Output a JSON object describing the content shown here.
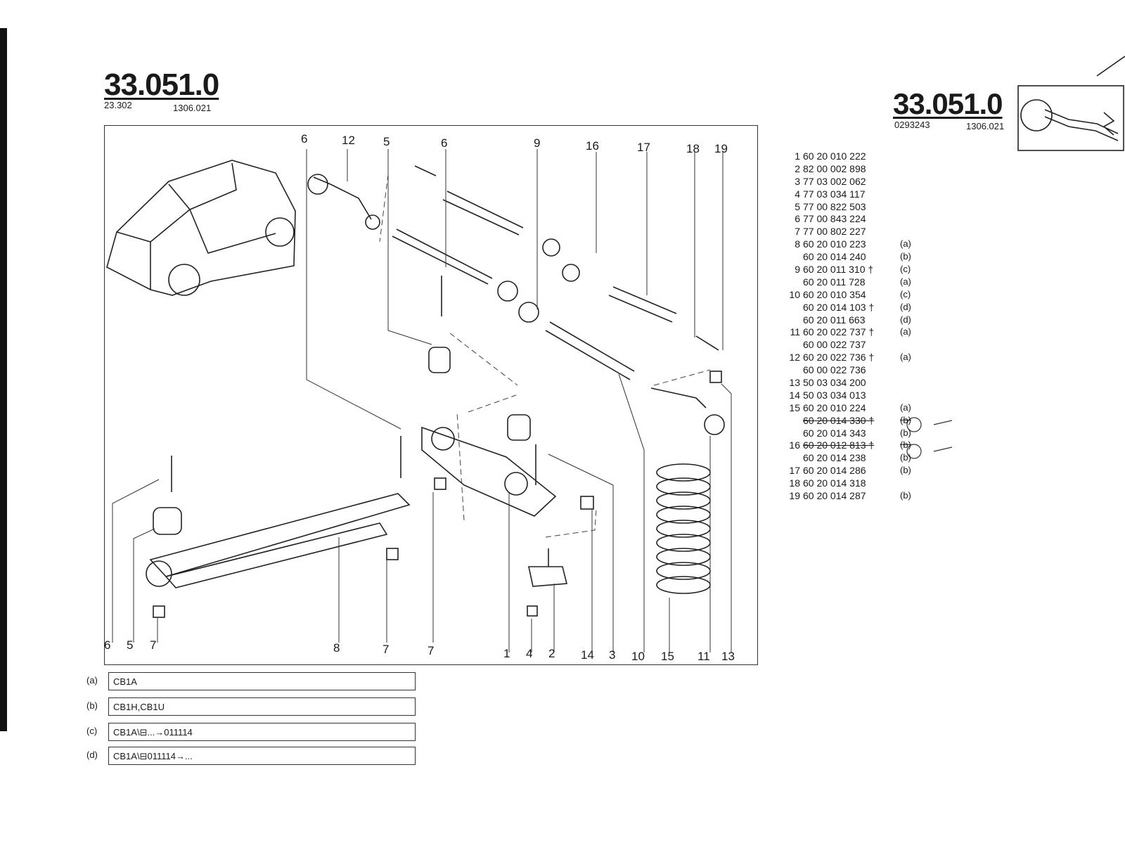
{
  "header_left": {
    "code": "33.051.0",
    "sub_left": "23.302",
    "sub_right": "1306.021"
  },
  "header_right": {
    "code": "33.051.0",
    "sub_left": "0293243",
    "sub_right": "1306.021"
  },
  "callouts_top": [
    "6",
    "12",
    "5",
    "6",
    "9",
    "16",
    "17",
    "18",
    "19"
  ],
  "callouts_bottom": [
    "6",
    "5",
    "7",
    "8",
    "7",
    "7",
    "1",
    "4",
    "2",
    "14",
    "3",
    "10",
    "15",
    "11",
    "13"
  ],
  "parts": [
    {
      "num": "1",
      "ref": "60 20 010 222",
      "variant": "",
      "struck": false
    },
    {
      "num": "2",
      "ref": "82 00 002 898",
      "variant": "",
      "struck": false
    },
    {
      "num": "3",
      "ref": "77 03 002 062",
      "variant": "",
      "struck": false
    },
    {
      "num": "4",
      "ref": "77 03 034 117",
      "variant": "",
      "struck": false
    },
    {
      "num": "5",
      "ref": "77 00 822 503",
      "variant": "",
      "struck": false
    },
    {
      "num": "6",
      "ref": "77 00 843 224",
      "variant": "",
      "struck": false
    },
    {
      "num": "7",
      "ref": "77 00 802 227",
      "variant": "",
      "struck": false
    },
    {
      "num": "8",
      "ref": "60 20 010 223",
      "variant": "(a)",
      "struck": false
    },
    {
      "num": "",
      "ref": "60 20 014 240",
      "variant": "(b)",
      "struck": false
    },
    {
      "num": "9",
      "ref": "60 20 011 310 †",
      "variant": "(c)",
      "struck": false
    },
    {
      "num": "",
      "ref": "60 20 011 728",
      "variant": "(a)",
      "struck": false
    },
    {
      "num": "10",
      "ref": "60 20 010 354",
      "variant": "(c)",
      "struck": false
    },
    {
      "num": "",
      "ref": "60 20 014 103 †",
      "variant": "(d)",
      "struck": false
    },
    {
      "num": "",
      "ref": "60 20 011 663",
      "variant": "(d)",
      "struck": false
    },
    {
      "num": "11",
      "ref": "60 20 022 737 †",
      "variant": "(a)",
      "struck": false
    },
    {
      "num": "",
      "ref": "60 00 022 737",
      "variant": "",
      "struck": false
    },
    {
      "num": "12",
      "ref": "60 20 022 736 †",
      "variant": "(a)",
      "struck": false
    },
    {
      "num": "",
      "ref": "60 00 022 736",
      "variant": "",
      "struck": false
    },
    {
      "num": "13",
      "ref": "50 03 034 200",
      "variant": "",
      "struck": false
    },
    {
      "num": "14",
      "ref": "50 03 034 013",
      "variant": "",
      "struck": false
    },
    {
      "num": "15",
      "ref": "60 20 010 224",
      "variant": "(a)",
      "struck": false
    },
    {
      "num": "",
      "ref": "60 20 014 330 †",
      "variant": "(b)",
      "struck": true
    },
    {
      "num": "",
      "ref": "60 20 014 343",
      "variant": "(b)",
      "struck": false
    },
    {
      "num": "16",
      "ref": "60 20 012 813 †",
      "variant": "(b)",
      "struck": true
    },
    {
      "num": "",
      "ref": "60 20 014 238",
      "variant": "(b)",
      "struck": false
    },
    {
      "num": "17",
      "ref": "60 20 014 286",
      "variant": "(b)",
      "struck": false
    },
    {
      "num": "18",
      "ref": "60 20 014 318",
      "variant": "",
      "struck": false
    },
    {
      "num": "19",
      "ref": "60 20 014 287",
      "variant": "(b)",
      "struck": false
    }
  ],
  "legend": [
    {
      "key": "(a)",
      "text": "CB1A"
    },
    {
      "key": "(b)",
      "text": "CB1H,CB1U"
    },
    {
      "key": "(c)",
      "text": "CB1A\\⊟...→011114"
    },
    {
      "key": "(d)",
      "text": "CB1A\\⊟011114→..."
    }
  ]
}
